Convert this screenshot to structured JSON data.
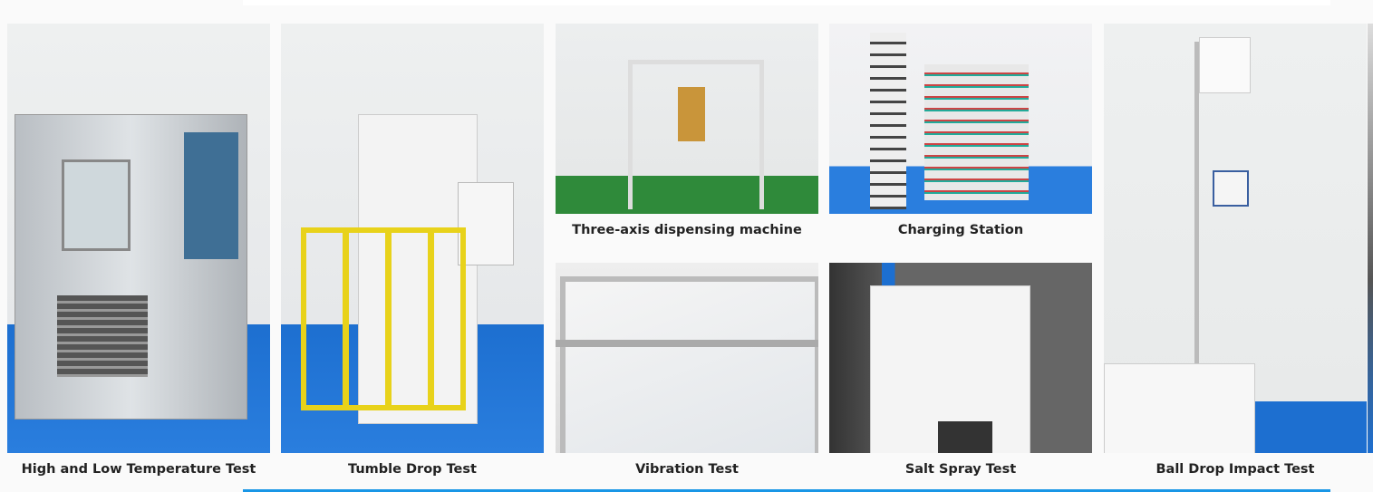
{
  "gallery": {
    "items": [
      {
        "caption": "High and Low Temperature Test"
      },
      {
        "caption": "Tumble Drop Test"
      },
      {
        "caption": "Three-axis dispensing machine"
      },
      {
        "caption": "Charging Station"
      },
      {
        "caption": "Vibration Test"
      },
      {
        "caption": "Salt Spray Test"
      },
      {
        "caption": "Ball Drop Impact Test"
      }
    ]
  },
  "colors": {
    "accent": "#1996e6",
    "floor": "#1d6fd0"
  }
}
